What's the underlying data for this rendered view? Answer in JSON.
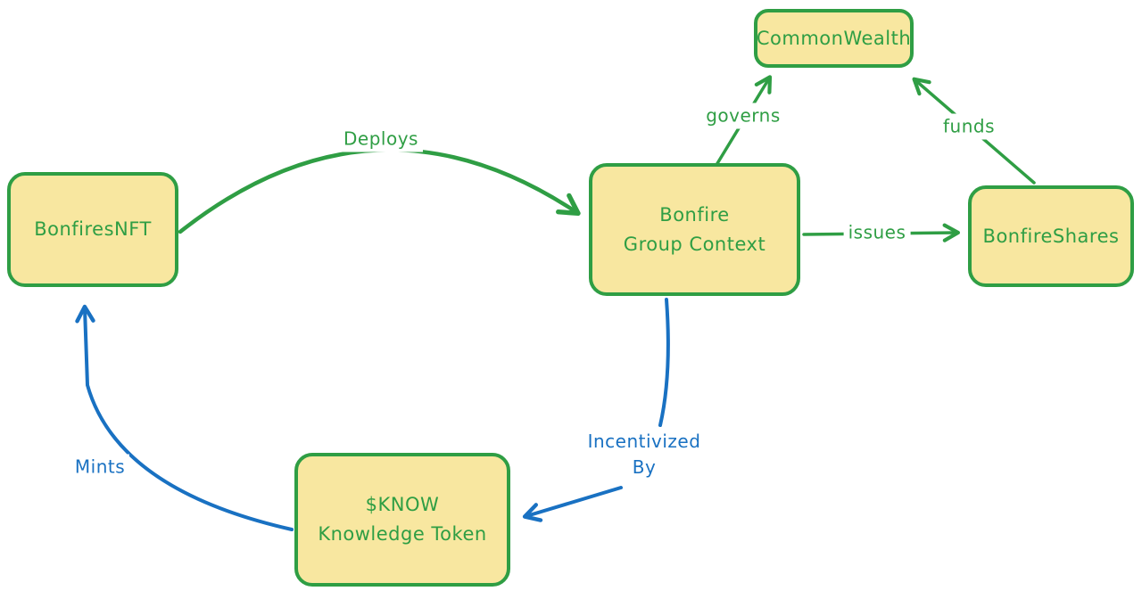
{
  "diagram": {
    "background_color": "#ffffff",
    "colors": {
      "node_fill": "#f8e7a0",
      "node_border": "#2f9e44",
      "green_accent": "#2f9e44",
      "blue_accent": "#1971c2"
    },
    "nodes": {
      "bonfires_nft": {
        "label": "BonfiresNFT"
      },
      "group_context": {
        "line1": "Bonfire",
        "line2": "Group Context"
      },
      "commonwealth": {
        "label": "CommonWealth"
      },
      "bonfire_shares": {
        "label": "BonfireShares"
      },
      "know_token": {
        "line1": "$KNOW",
        "line2": "Knowledge Token"
      }
    },
    "edges": {
      "deploys": {
        "label": "Deploys",
        "color": "#2f9e44",
        "from": "BonfiresNFT",
        "to": "Bonfire Group Context"
      },
      "governs": {
        "label": "governs",
        "color": "#2f9e44",
        "from": "Bonfire Group Context",
        "to": "CommonWealth"
      },
      "funds": {
        "label": "funds",
        "color": "#2f9e44",
        "from": "BonfireShares",
        "to": "CommonWealth"
      },
      "issues": {
        "label": "issues",
        "color": "#2f9e44",
        "from": "Bonfire Group Context",
        "to": "BonfireShares"
      },
      "incentivized_by": {
        "line1": "Incentivized",
        "line2": "By",
        "color": "#1971c2",
        "from": "Bonfire Group Context",
        "to": "$KNOW Knowledge Token"
      },
      "mints": {
        "label": "Mints",
        "color": "#1971c2",
        "from": "$KNOW Knowledge Token",
        "to": "BonfiresNFT"
      }
    }
  }
}
